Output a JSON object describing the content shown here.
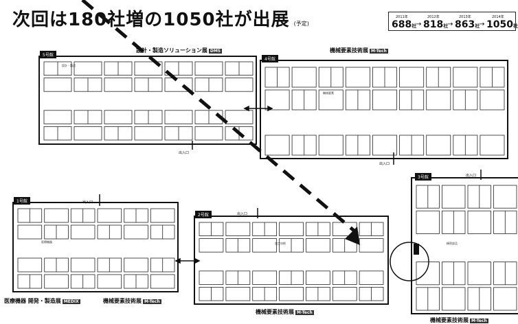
{
  "title": "次回は180社増の1050社が出展",
  "title_note": "(予定)",
  "growth": [
    {
      "year": "2011年",
      "count": "688",
      "unit": "社"
    },
    {
      "year": "2012年",
      "count": "818",
      "unit": "社"
    },
    {
      "year": "2013年",
      "count": "863",
      "unit": "社"
    },
    {
      "year": "2014年",
      "count": "1050",
      "unit": "社"
    }
  ],
  "arrow_glyph": "→",
  "halls": {
    "h5": {
      "tag": "5号館",
      "caption": "設計・製造ソリューション展",
      "logo": "DMS"
    },
    "h4": {
      "tag": "4号館",
      "caption": "機械要素技術展",
      "logo": "M-Tech"
    },
    "h1": {
      "tag": "1号館",
      "caption": "医療機器 開発・製造展",
      "logo": "MEDIX"
    },
    "h1b": {
      "caption": "機械要素技術展",
      "logo": "M-Tech"
    },
    "h2": {
      "tag": "2号館",
      "caption": "機械要素技術展",
      "logo": "M-Tech"
    },
    "h3": {
      "tag": "3号館",
      "caption": "機械要素技術展",
      "logo": "M-Tech"
    }
  },
  "entrance": "出入口",
  "booth_labels": [
    "設計・製造",
    "機械要素",
    "医療機器",
    "加工技術",
    "精密部品"
  ]
}
